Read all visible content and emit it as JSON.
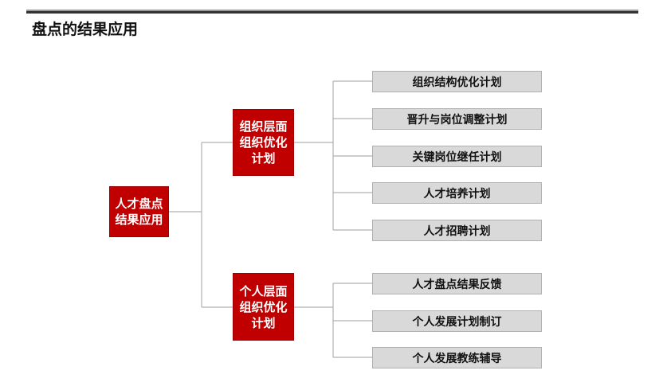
{
  "title": "盘点的结果应用",
  "root": "人才盘点结果应用",
  "groups": [
    {
      "label": "组织层面组织优化计划",
      "items": [
        "组织结构优化计划",
        "晋升与岗位调整计划",
        "关键岗位继任计划",
        "人才培养计划",
        "人才招聘计划"
      ]
    },
    {
      "label": "个人层面组织优化计划",
      "items": [
        "人才盘点结果反馈",
        "个人发展计划制订",
        "个人发展教练辅导"
      ]
    }
  ],
  "colors": {
    "accent": "#c00000",
    "leaf": "#d9d9d9",
    "line": "#b0b0b0"
  }
}
